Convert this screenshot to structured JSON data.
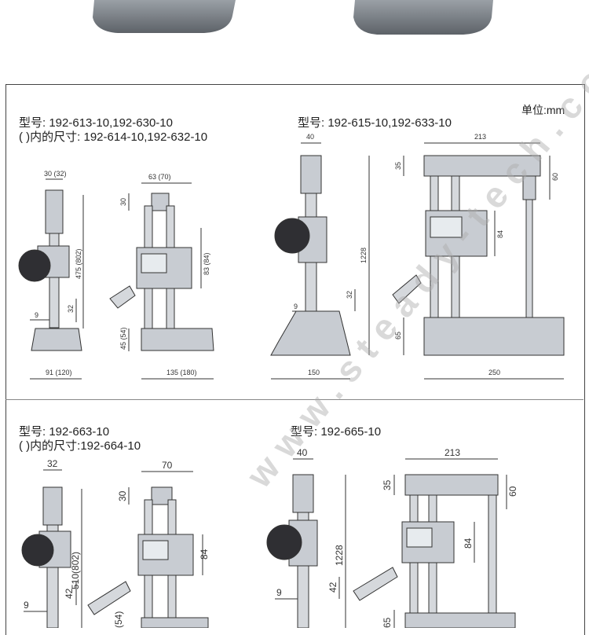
{
  "unit_label": "单位:mm",
  "watermark": "www.steady-tech.com",
  "panels": [
    {
      "model_line": "型号:  192-613-10,192-630-10",
      "alt_line": "( )内的尺寸:  192-614-10,192-632-10",
      "dims": [
        "30 (32)",
        "63 (70)",
        "30",
        "475 (802)",
        "83 (84)",
        "32",
        "9",
        "45 (54)",
        "91 (120)",
        "135 (180)"
      ]
    },
    {
      "model_line": "型号:  192-615-10,192-633-10",
      "dims": [
        "40",
        "213",
        "35",
        "60",
        "1228",
        "84",
        "32",
        "9",
        "65",
        "150",
        "250"
      ]
    },
    {
      "model_line": "型号:  192-663-10",
      "alt_line": "( )内的尺寸:192-664-10",
      "dims": [
        "32",
        "70",
        "30",
        "510(802)",
        "84",
        "42",
        "9",
        "(54)"
      ]
    },
    {
      "model_line": "型号:  192-665-10",
      "dims": [
        "40",
        "213",
        "35",
        "60",
        "1228",
        "84",
        "42",
        "9",
        "65"
      ]
    }
  ],
  "colors": {
    "line": "#333333",
    "metal": "#c8ccd2",
    "dark": "#2f2f33"
  }
}
